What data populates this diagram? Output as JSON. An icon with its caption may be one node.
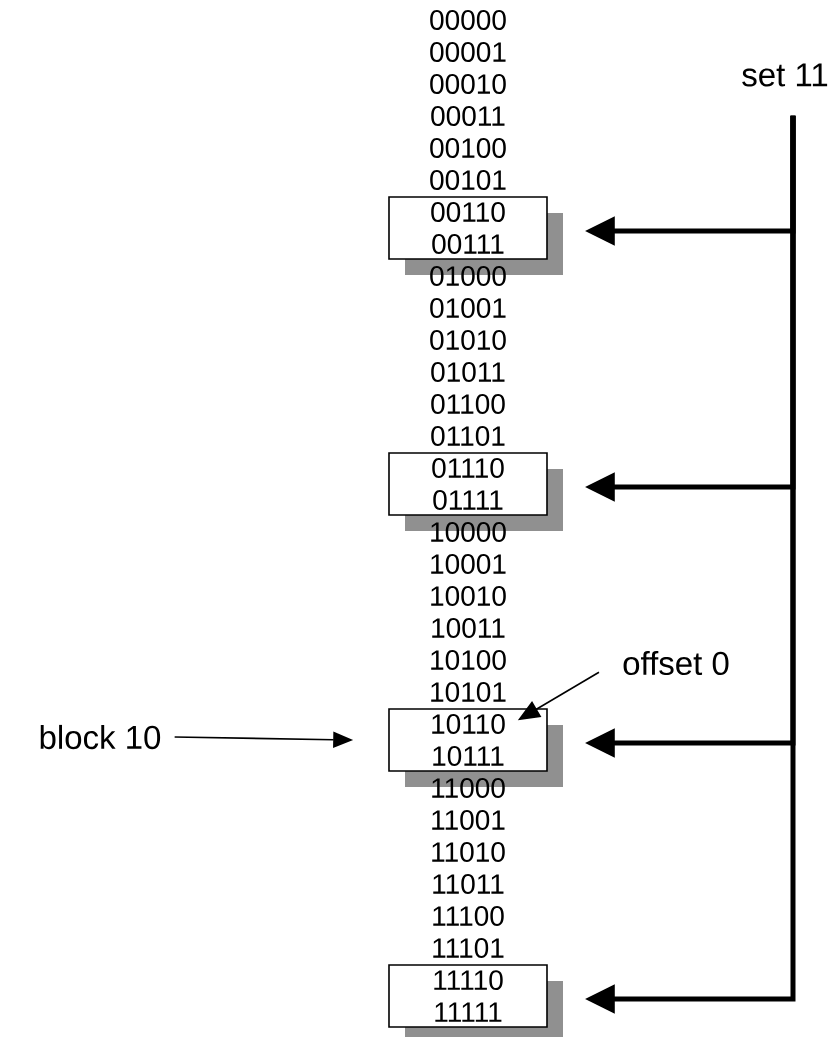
{
  "diagram": {
    "nodes": [
      {
        "text": [
          "set 11"
        ]
      },
      {
        "text": [
          "00110",
          "00111"
        ]
      },
      {
        "text": [
          "01110",
          "01111"
        ]
      },
      {
        "text": [
          "offset 0"
        ]
      },
      {
        "text": [
          "block 10"
        ]
      },
      {
        "text": [
          "10110",
          "10111"
        ]
      },
      {
        "text": [
          "11110",
          "11111"
        ]
      }
    ],
    "edges": [
      {
        "from": 0,
        "to": 1,
        "arrow": "to"
      },
      {
        "from": 0,
        "to": 2,
        "arrow": "to"
      },
      {
        "from": 0,
        "to": 5,
        "arrow": "to"
      },
      {
        "from": 0,
        "to": 6,
        "arrow": "to"
      },
      {
        "from": 4,
        "to": 5,
        "arrow": "to"
      },
      {
        "from": 3,
        "to": 5,
        "arrow": "to"
      }
    ],
    "labels": [
      "00000",
      "00001",
      "00010",
      "00011",
      "00100",
      "00101",
      "01000",
      "01001",
      "01010",
      "01011",
      "01100",
      "01101",
      "10000",
      "10001",
      "10010",
      "10011",
      "10100",
      "10101",
      "11000",
      "11001",
      "11010",
      "11011",
      "11100",
      "11101"
    ]
  }
}
